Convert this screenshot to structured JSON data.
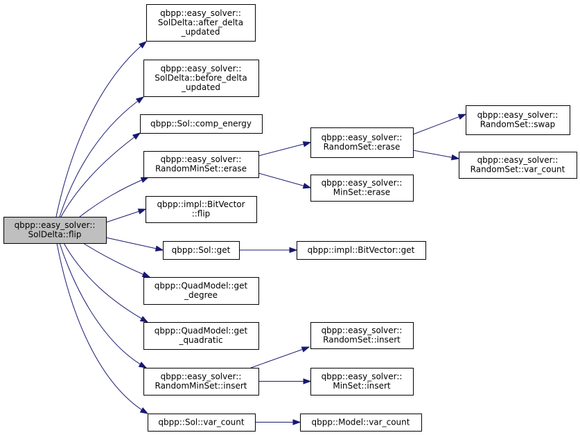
{
  "colors": {
    "edge": "#191970",
    "root_fill": "#bfbfbf",
    "node_fill": "#ffffff",
    "border": "#000000"
  },
  "nodes": [
    {
      "id": "root",
      "lines": [
        "qbpp::easy_solver::",
        "SolDelta::flip"
      ]
    },
    {
      "id": "after_delta",
      "lines": [
        "qbpp::easy_solver::",
        "SolDelta::after_delta",
        "_updated"
      ]
    },
    {
      "id": "before_delta",
      "lines": [
        "qbpp::easy_solver::",
        "SolDelta::before_delta",
        "_updated"
      ]
    },
    {
      "id": "comp_energy",
      "lines": [
        "qbpp::Sol::comp_energy"
      ]
    },
    {
      "id": "rminset_erase",
      "lines": [
        "qbpp::easy_solver::",
        "RandomMinSet::erase"
      ]
    },
    {
      "id": "bitvector_flip",
      "lines": [
        "qbpp::impl::BitVector",
        "::flip"
      ]
    },
    {
      "id": "sol_get",
      "lines": [
        "qbpp::Sol::get"
      ]
    },
    {
      "id": "get_degree",
      "lines": [
        "qbpp::QuadModel::get",
        "_degree"
      ]
    },
    {
      "id": "get_quadratic",
      "lines": [
        "qbpp::QuadModel::get",
        "_quadratic"
      ]
    },
    {
      "id": "rminset_insert",
      "lines": [
        "qbpp::easy_solver::",
        "RandomMinSet::insert"
      ]
    },
    {
      "id": "sol_var_count",
      "lines": [
        "qbpp::Sol::var_count"
      ]
    },
    {
      "id": "rset_erase",
      "lines": [
        "qbpp::easy_solver::",
        "RandomSet::erase"
      ]
    },
    {
      "id": "minset_erase",
      "lines": [
        "qbpp::easy_solver::",
        "MinSet::erase"
      ]
    },
    {
      "id": "rset_swap",
      "lines": [
        "qbpp::easy_solver::",
        "RandomSet::swap"
      ]
    },
    {
      "id": "rset_var_count",
      "lines": [
        "qbpp::easy_solver::",
        "RandomSet::var_count"
      ]
    },
    {
      "id": "bitvector_get",
      "lines": [
        "qbpp::impl::BitVector::get"
      ]
    },
    {
      "id": "rset_insert",
      "lines": [
        "qbpp::easy_solver::",
        "RandomSet::insert"
      ]
    },
    {
      "id": "minset_insert",
      "lines": [
        "qbpp::easy_solver::",
        "MinSet::insert"
      ]
    },
    {
      "id": "model_var_count",
      "lines": [
        "qbpp::Model::var_count"
      ]
    }
  ],
  "edges": [
    [
      "root",
      "after_delta"
    ],
    [
      "root",
      "before_delta"
    ],
    [
      "root",
      "comp_energy"
    ],
    [
      "root",
      "rminset_erase"
    ],
    [
      "root",
      "bitvector_flip"
    ],
    [
      "root",
      "sol_get"
    ],
    [
      "root",
      "get_degree"
    ],
    [
      "root",
      "get_quadratic"
    ],
    [
      "root",
      "rminset_insert"
    ],
    [
      "root",
      "sol_var_count"
    ],
    [
      "rminset_erase",
      "rset_erase"
    ],
    [
      "rminset_erase",
      "minset_erase"
    ],
    [
      "rset_erase",
      "rset_swap"
    ],
    [
      "rset_erase",
      "rset_var_count"
    ],
    [
      "sol_get",
      "bitvector_get"
    ],
    [
      "rminset_insert",
      "rset_insert"
    ],
    [
      "rminset_insert",
      "minset_insert"
    ],
    [
      "sol_var_count",
      "model_var_count"
    ]
  ]
}
